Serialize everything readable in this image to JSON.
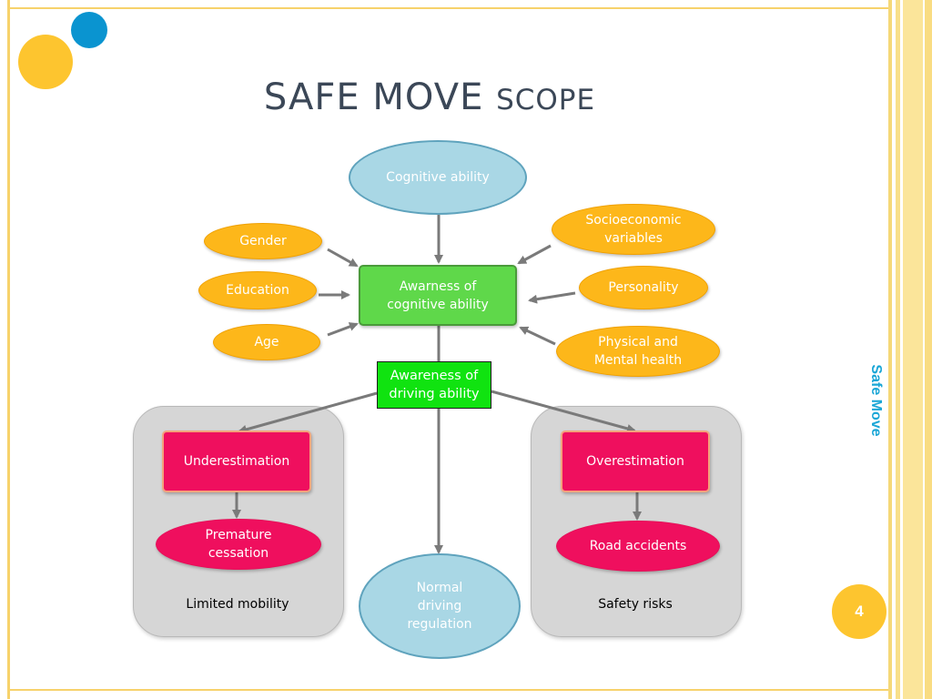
{
  "slide": {
    "title_main": "SAFE MOVE",
    "title_small": "SCOPE",
    "side_label": "Safe Move",
    "page_number": "4"
  },
  "diagram": {
    "cognitive_ability": "Cognitive ability",
    "gender": "Gender",
    "education": "Education",
    "age": "Age",
    "socioeconomic": "Socioeconomic variables",
    "personality": "Personality",
    "physical_mental": "Physical and Mental health",
    "awareness_cognitive": "Awarness of cognitive ability",
    "awareness_driving": "Awareness of driving ability",
    "underestimation": "Underestimation",
    "premature_cessation": "Premature cessation",
    "limited_mobility": "Limited mobility",
    "overestimation": "Overestimation",
    "road_accidents": "Road accidents",
    "safety_risks": "Safety risks",
    "normal_driving": "Normal driving regulation"
  },
  "colors": {
    "accent_yellow": "#fdc52f",
    "accent_blue": "#0a94d0",
    "title_color": "#3b4757",
    "factor_yellow": "#fdb71a",
    "pink": "#ef0f5e",
    "green": "#5fd84a",
    "bright_green": "#10e310",
    "light_blue": "#a9d7e5"
  }
}
